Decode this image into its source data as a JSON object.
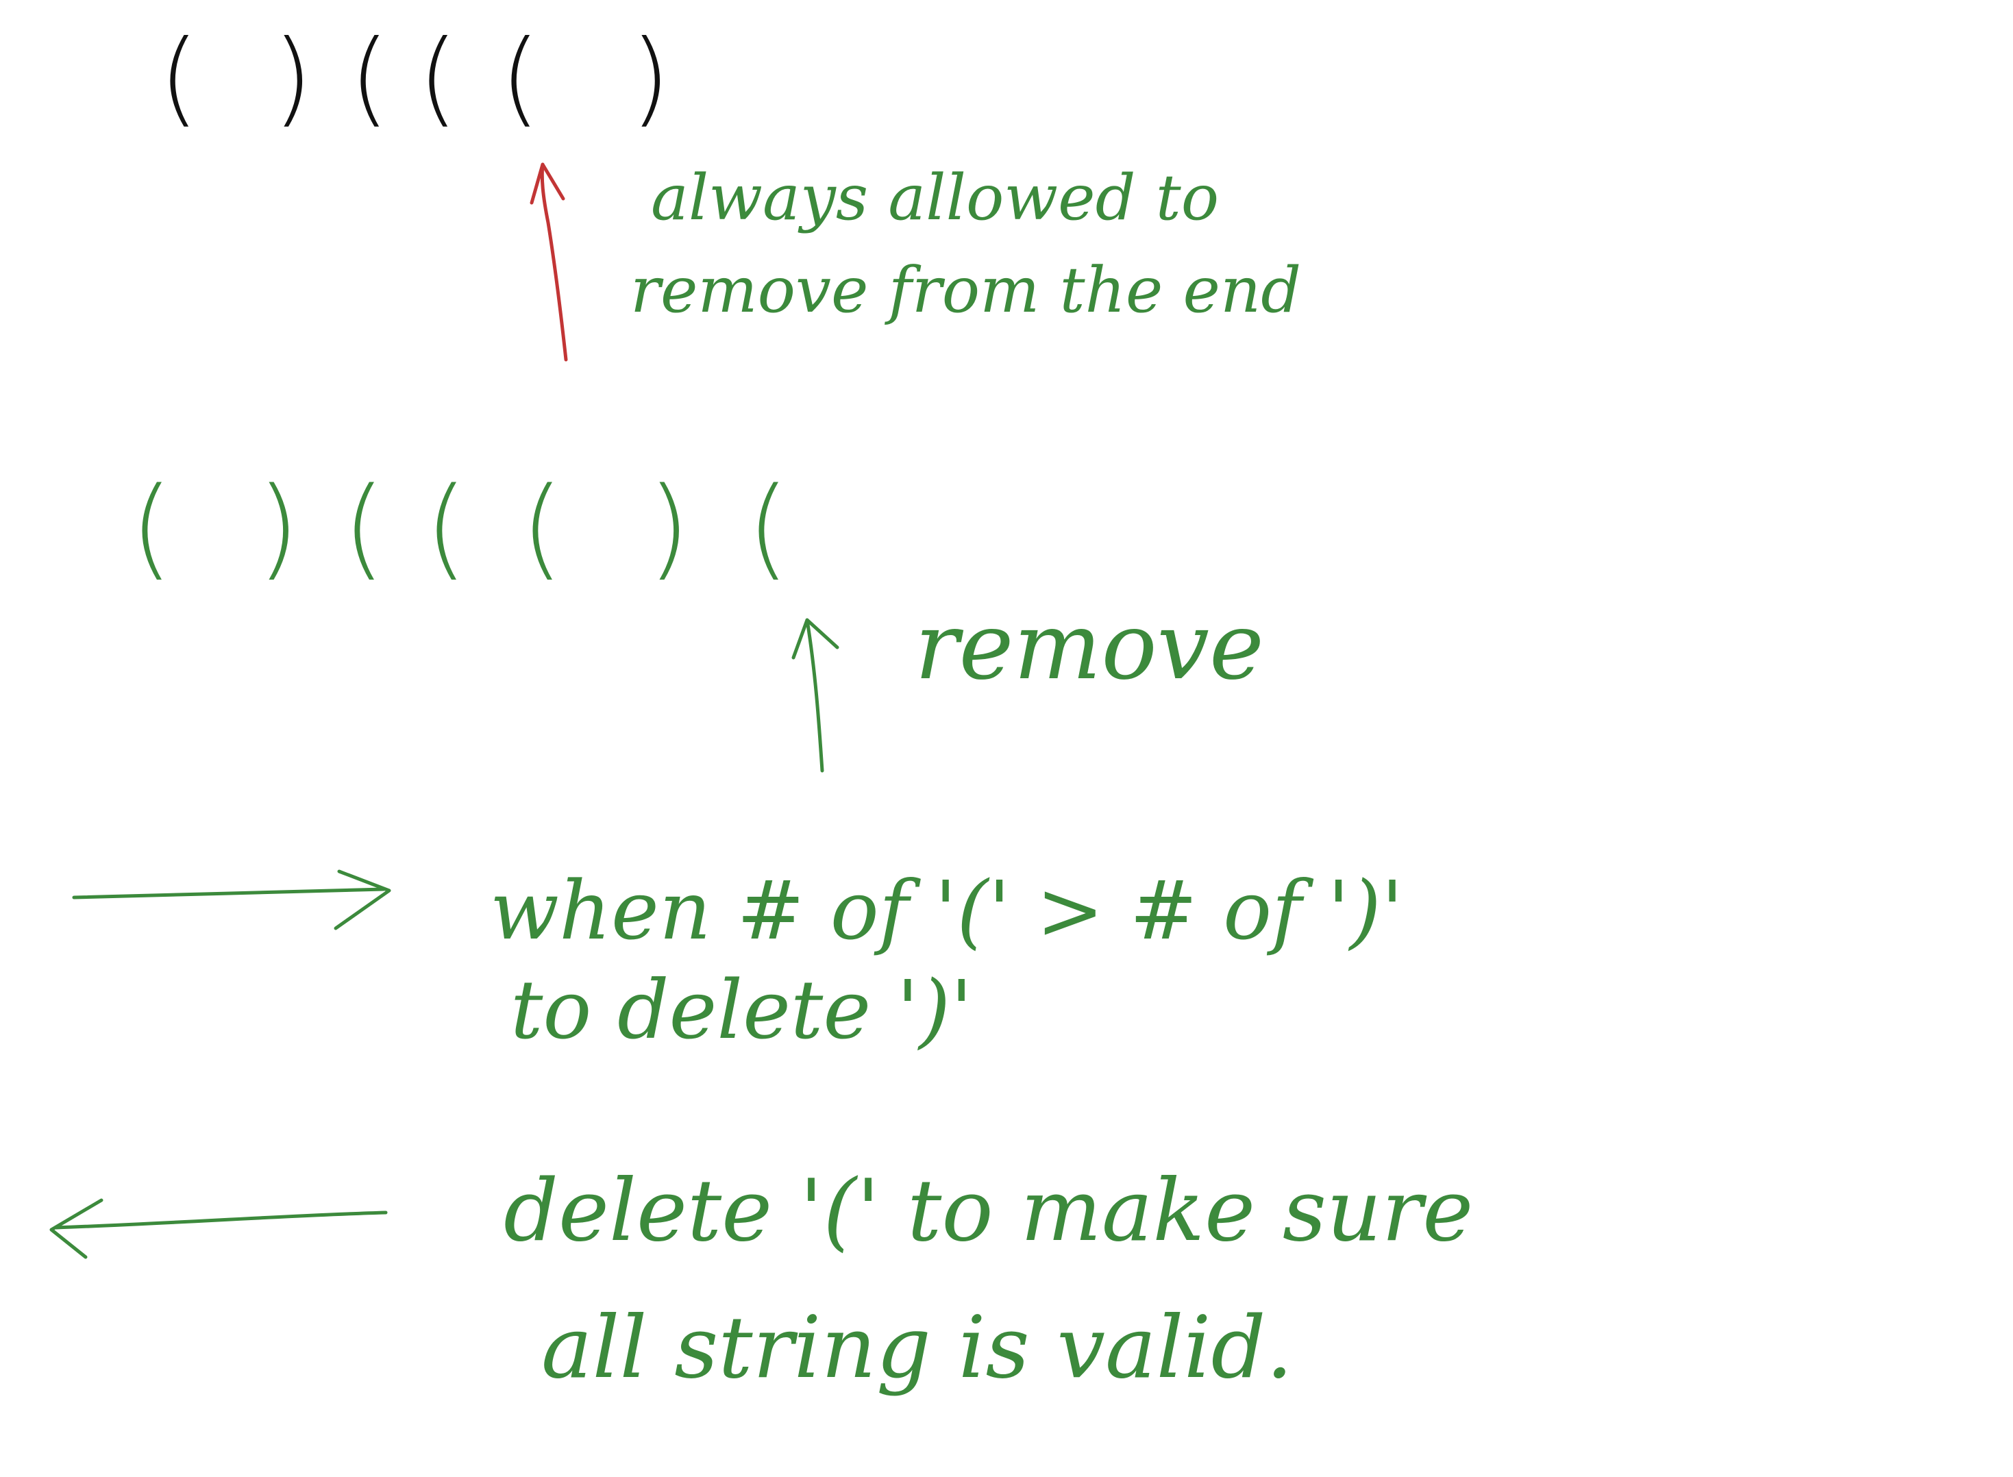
{
  "colors": {
    "black_ink": "#111111",
    "green_ink": "#3c8a3c",
    "red_ink": "#c23535",
    "background": "#ffffff"
  },
  "row1": {
    "sequence": "( ) ( ( ( )",
    "chars": [
      "(",
      ")",
      "(",
      "(",
      "(",
      ")"
    ]
  },
  "note1": {
    "line1": "always allowed to",
    "line2": "remove from the end"
  },
  "row2": {
    "sequence": "( ) ( ( ( ) (",
    "chars": [
      "(",
      ")",
      "(",
      "(",
      "(",
      ")",
      "("
    ]
  },
  "note2": {
    "label": "remove"
  },
  "rule_right": {
    "line1": "when # of '(' > # of ')'",
    "line2": "to delete ')'"
  },
  "rule_left": {
    "line1": "delete '(' to make sure",
    "line2": "all string is valid."
  },
  "icons": {
    "red_arrow": "arrow-up-icon",
    "green_arrow": "arrow-up-icon",
    "right_arrow": "arrow-right-icon",
    "left_arrow": "arrow-left-icon"
  }
}
